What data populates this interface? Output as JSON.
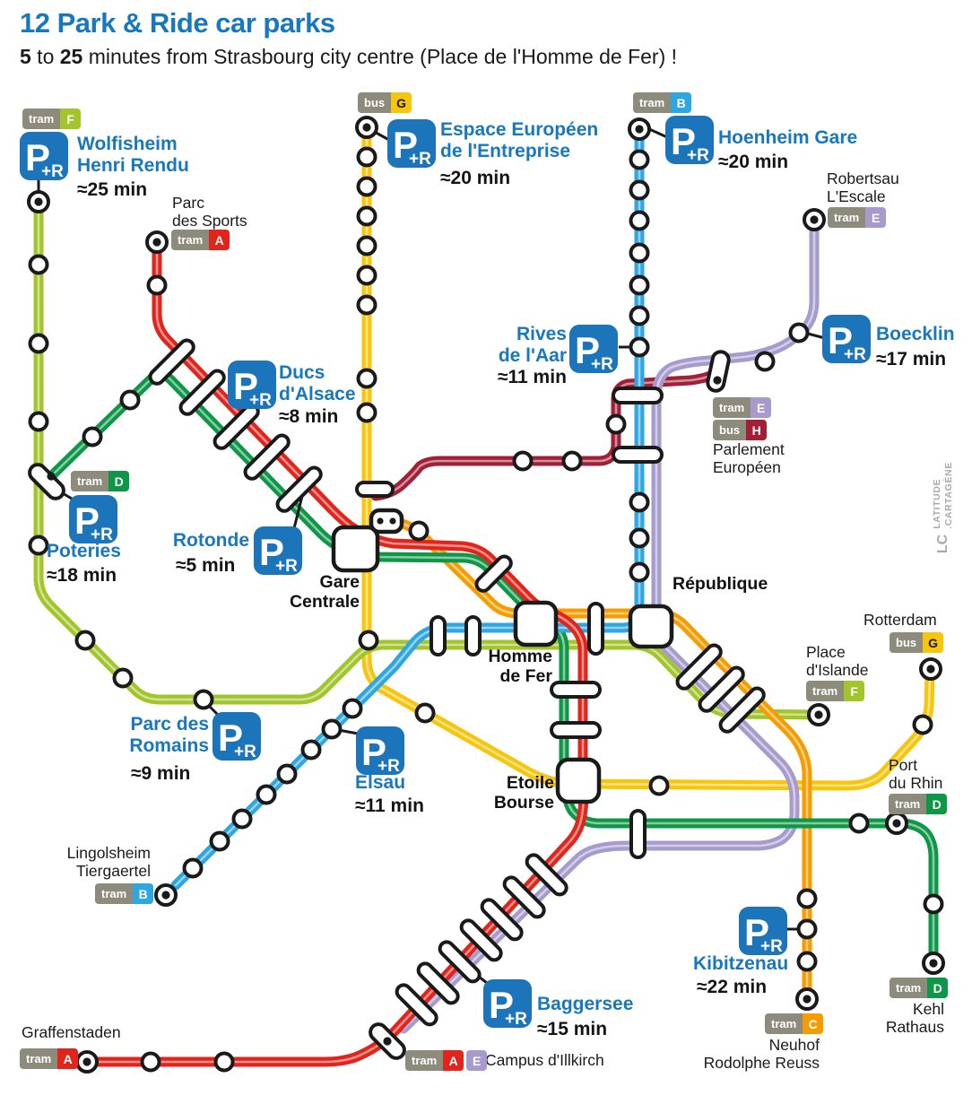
{
  "header": {
    "title": "12 Park & Ride car parks",
    "subtitle": {
      "b1": "5",
      "t1": " to ",
      "b2": "25",
      "t2": " minutes from Strasbourg city centre (Place de l'Homme de Fer) !"
    }
  },
  "colors": {
    "accent_blue": "#1878BE",
    "pr_blue": "#1C74BA",
    "tram_a": "#E1251C",
    "tram_b": "#2EA7E0",
    "tram_c": "#F59C00",
    "tram_d": "#0F9748",
    "tram_e": "#A79BCE",
    "tram_f": "#A2C52B",
    "bus_g": "#F6C50E",
    "bus_h": "#A21F38",
    "badge_gray": "#8D8B7C",
    "text_dark": "#1A1A1A"
  },
  "badge_labels": {
    "tram": "tram",
    "bus": "bus"
  },
  "line_letters": {
    "a": "A",
    "b": "B",
    "c": "C",
    "d": "D",
    "e": "E",
    "f": "F",
    "g": "G",
    "h": "H"
  },
  "pr_icon": {
    "p": "P",
    "r": "+R"
  },
  "park_rides": [
    {
      "name": "Wolfisheim\nHenri Rendu",
      "time": "≈25 min"
    },
    {
      "name": "Espace Européen\nde l'Entreprise",
      "time": "≈20 min"
    },
    {
      "name": "Hoenheim Gare",
      "time": "≈20 min"
    },
    {
      "name": "Boecklin",
      "time": "≈17 min"
    },
    {
      "name": "Rives\nde l'Aar",
      "time": "≈11 min"
    },
    {
      "name": "Ducs\nd'Alsace",
      "time": "≈8 min"
    },
    {
      "name": "Rotonde",
      "time": "≈5 min"
    },
    {
      "name": "Poteries",
      "time": "≈18 min"
    },
    {
      "name": "Parc des\nRomains",
      "time": "≈9 min"
    },
    {
      "name": "Elsau",
      "time": "≈11 min"
    },
    {
      "name": "Baggersee",
      "time": "≈15 min"
    },
    {
      "name": "Kibitzenau",
      "time": "≈22 min"
    }
  ],
  "stations": {
    "parc_des_sports": "Parc\ndes Sports",
    "robertsau": "Robertsau\nL'Escale",
    "parlement": "Parlement\nEuropéen",
    "gare_centrale": "Gare\nCentrale",
    "homme_de_fer": "Homme\nde Fer",
    "republique": "République",
    "etoile_bourse": "Etoile\nBourse",
    "rotterdam": "Rotterdam",
    "place_islande": "Place\nd'Islande",
    "port_du_rhin": "Port\ndu Rhin",
    "lingolsheim": "Lingolsheim\nTiergaertel",
    "graffenstaden": "Graffenstaden",
    "campus_illkirch": "Campus d'Illkirch",
    "neuhof": "Neuhof\nRodolphe Reuss",
    "kehl": "Kehl\nRathaus"
  },
  "watermark": {
    "logo": "LC",
    "text": "LATITUDE\n.CARTAGÈNE"
  }
}
